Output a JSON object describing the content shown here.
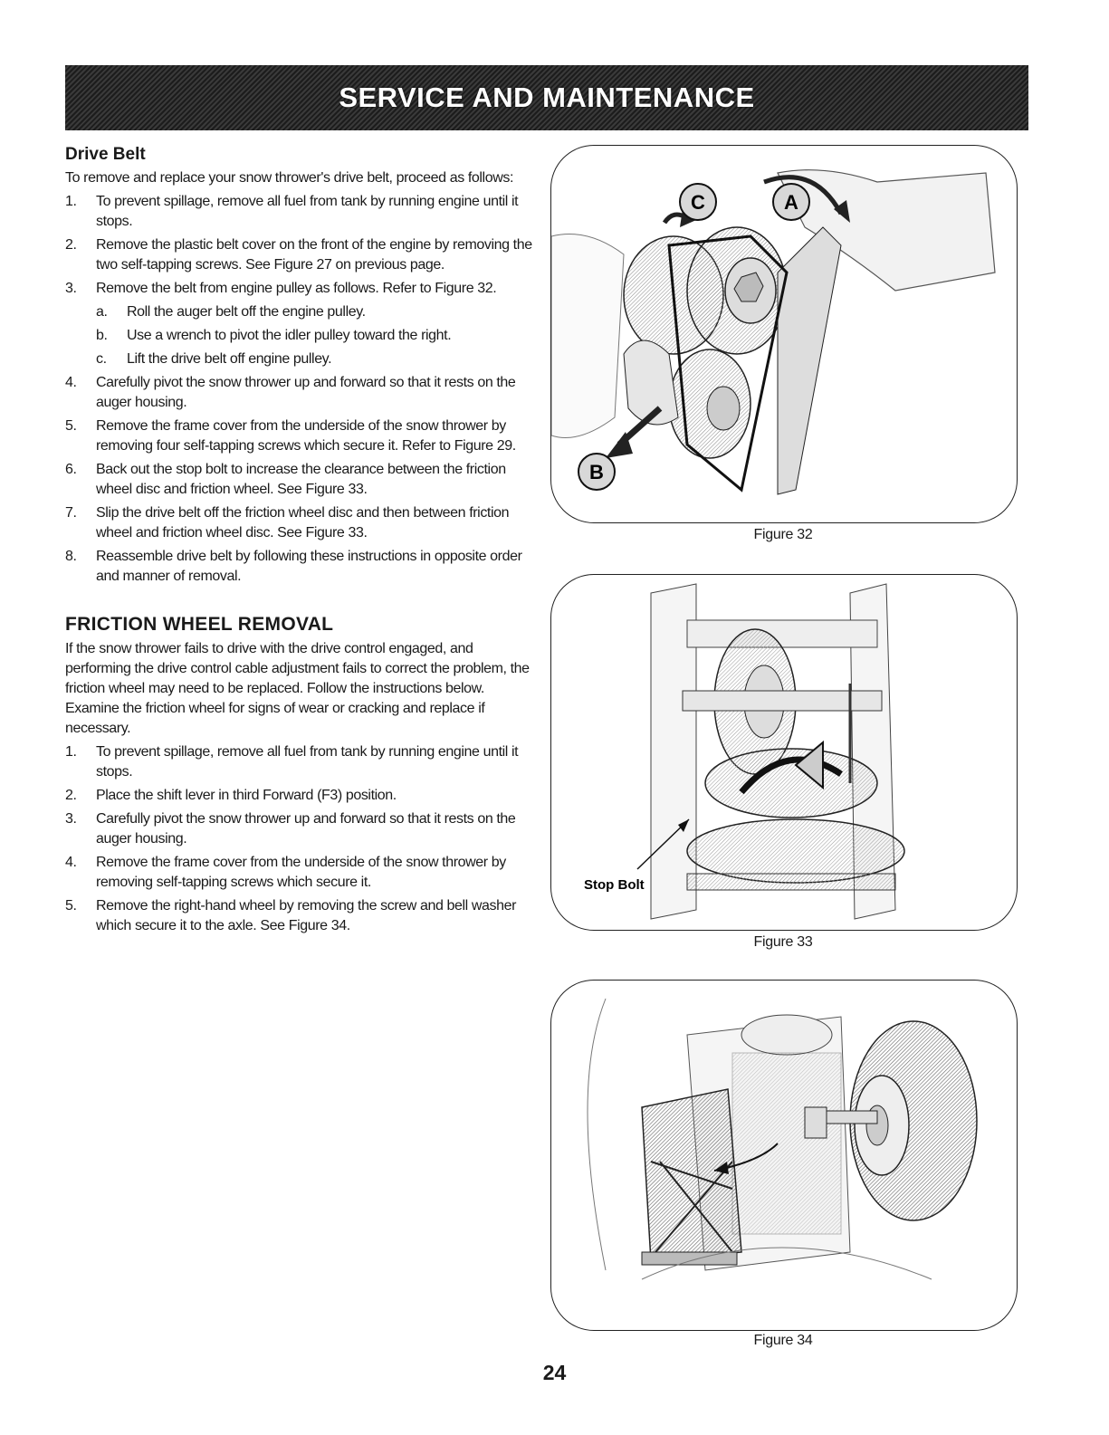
{
  "banner": {
    "title": "SERVICE AND MAINTENANCE"
  },
  "drive_belt": {
    "heading": "Drive Belt",
    "intro": "To remove and replace your snow thrower's drive belt, proceed as follows:",
    "steps": [
      {
        "num": "1.",
        "text": "To prevent spillage, remove all fuel from tank by running engine until it stops."
      },
      {
        "num": "2.",
        "text": "Remove the plastic belt cover on the front of the engine by removing the two self-tapping screws. See Figure 27 on previous page."
      },
      {
        "num": "3.",
        "text": "Remove the belt from engine pulley as follows. Refer to Figure 32."
      },
      {
        "num": "4.",
        "text": "Carefully pivot the snow thrower up and forward so that it rests on the auger housing."
      },
      {
        "num": "5.",
        "text": "Remove the frame cover from the underside of the snow thrower by removing four self-tapping screws which secure it. Refer to Figure 29."
      },
      {
        "num": "6.",
        "text": "Back out the stop bolt to increase the clearance between the friction wheel disc and friction wheel. See Figure 33."
      },
      {
        "num": "7.",
        "text": "Slip the drive belt off the friction wheel disc and then between friction wheel and friction wheel disc. See Figure 33."
      },
      {
        "num": "8.",
        "text": "Reassemble drive belt by following these instructions in opposite order and manner of removal."
      }
    ],
    "substeps": [
      {
        "num": "a.",
        "text": "Roll the auger belt off the engine pulley."
      },
      {
        "num": "b.",
        "text": "Use a wrench to pivot the idler pulley toward the right."
      },
      {
        "num": "c.",
        "text": "Lift the drive belt off engine pulley."
      }
    ]
  },
  "friction": {
    "heading": "FRICTION WHEEL REMOVAL",
    "intro": "If the snow thrower fails to drive with the drive control engaged, and performing the drive control cable adjustment fails to correct the problem, the friction wheel may need to be replaced. Follow the instructions below. Examine the friction wheel for signs of wear or cracking and replace if necessary.",
    "steps": [
      {
        "num": "1.",
        "text": "To prevent spillage, remove all fuel from tank by running engine until it stops."
      },
      {
        "num": "2.",
        "text": "Place the shift lever in third Forward (F3) position."
      },
      {
        "num": "3.",
        "text": "Carefully pivot the snow thrower up and forward so that it rests on the auger housing."
      },
      {
        "num": "4.",
        "text": "Remove the frame cover from the underside of the snow thrower by removing self-tapping screws which secure it."
      },
      {
        "num": "5.",
        "text": "Remove the right-hand wheel by removing the screw and bell washer which secure it to the axle. See Figure 34."
      }
    ]
  },
  "figures": {
    "fig32": {
      "caption": "Figure 32",
      "callouts": [
        "C",
        "A",
        "B"
      ]
    },
    "fig33": {
      "caption": "Figure 33",
      "label": "Stop Bolt"
    },
    "fig34": {
      "caption": "Figure 34"
    }
  },
  "page_number": "24"
}
